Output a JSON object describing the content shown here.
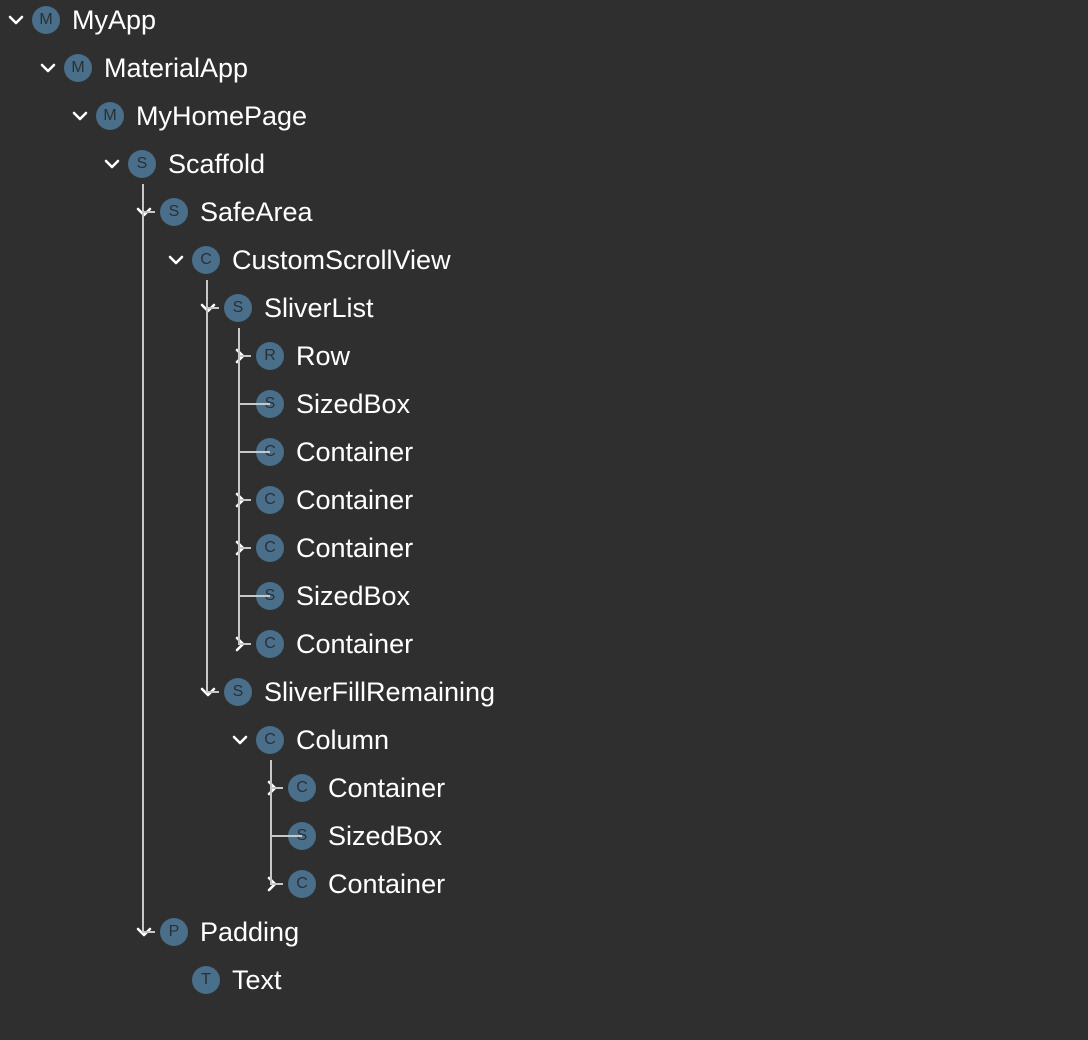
{
  "tree": {
    "nodes": [
      {
        "label": "MyApp",
        "badge": "M",
        "toggle": "expanded",
        "depth": 0
      },
      {
        "label": "MaterialApp",
        "badge": "M",
        "toggle": "expanded",
        "depth": 1
      },
      {
        "label": "MyHomePage",
        "badge": "M",
        "toggle": "expanded",
        "depth": 2
      },
      {
        "label": "Scaffold",
        "badge": "S",
        "toggle": "expanded",
        "depth": 3
      },
      {
        "label": "SafeArea",
        "badge": "S",
        "toggle": "expanded",
        "depth": 4
      },
      {
        "label": "CustomScrollView",
        "badge": "C",
        "toggle": "expanded",
        "depth": 5
      },
      {
        "label": "SliverList",
        "badge": "S",
        "toggle": "expanded",
        "depth": 6
      },
      {
        "label": "Row",
        "badge": "R",
        "toggle": "collapsed",
        "depth": 7
      },
      {
        "label": "SizedBox",
        "badge": "S",
        "toggle": "none",
        "depth": 7
      },
      {
        "label": "Container",
        "badge": "C",
        "toggle": "none",
        "depth": 7
      },
      {
        "label": "Container",
        "badge": "C",
        "toggle": "collapsed",
        "depth": 7
      },
      {
        "label": "Container",
        "badge": "C",
        "toggle": "collapsed",
        "depth": 7
      },
      {
        "label": "SizedBox",
        "badge": "S",
        "toggle": "none",
        "depth": 7
      },
      {
        "label": "Container",
        "badge": "C",
        "toggle": "collapsed",
        "depth": 7
      },
      {
        "label": "SliverFillRemaining",
        "badge": "S",
        "toggle": "expanded",
        "depth": 6
      },
      {
        "label": "Column",
        "badge": "C",
        "toggle": "expanded",
        "depth": 7
      },
      {
        "label": "Container",
        "badge": "C",
        "toggle": "collapsed",
        "depth": 8
      },
      {
        "label": "SizedBox",
        "badge": "S",
        "toggle": "none",
        "depth": 8
      },
      {
        "label": "Container",
        "badge": "C",
        "toggle": "collapsed",
        "depth": 8
      },
      {
        "label": "Padding",
        "badge": "P",
        "toggle": "expanded",
        "depth": 4
      },
      {
        "label": "Text",
        "badge": "T",
        "toggle": "none",
        "depth": 5
      }
    ]
  },
  "colors": {
    "background": "#2f2f2f",
    "text": "#ffffff",
    "badge_fill": "#4a6f8a",
    "badge_text": "#2a2f33",
    "guide_line": "#c8c8c8"
  },
  "icons": {
    "expanded": "chevron-down-icon",
    "collapsed": "chevron-right-icon"
  }
}
